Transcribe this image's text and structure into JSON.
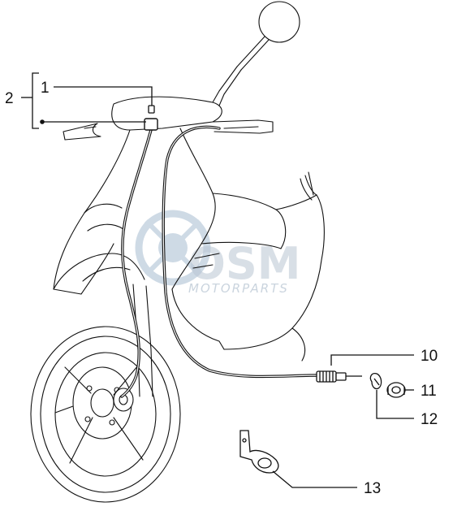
{
  "callouts": {
    "c1": "1",
    "c2": "2",
    "c10": "10",
    "c11": "11",
    "c12": "12",
    "c13": "13"
  },
  "watermark": {
    "logo": "OSM",
    "tagline": "MOTORPARTS"
  },
  "colors": {
    "line": "#111111",
    "watermark": "#b9c6d3"
  }
}
